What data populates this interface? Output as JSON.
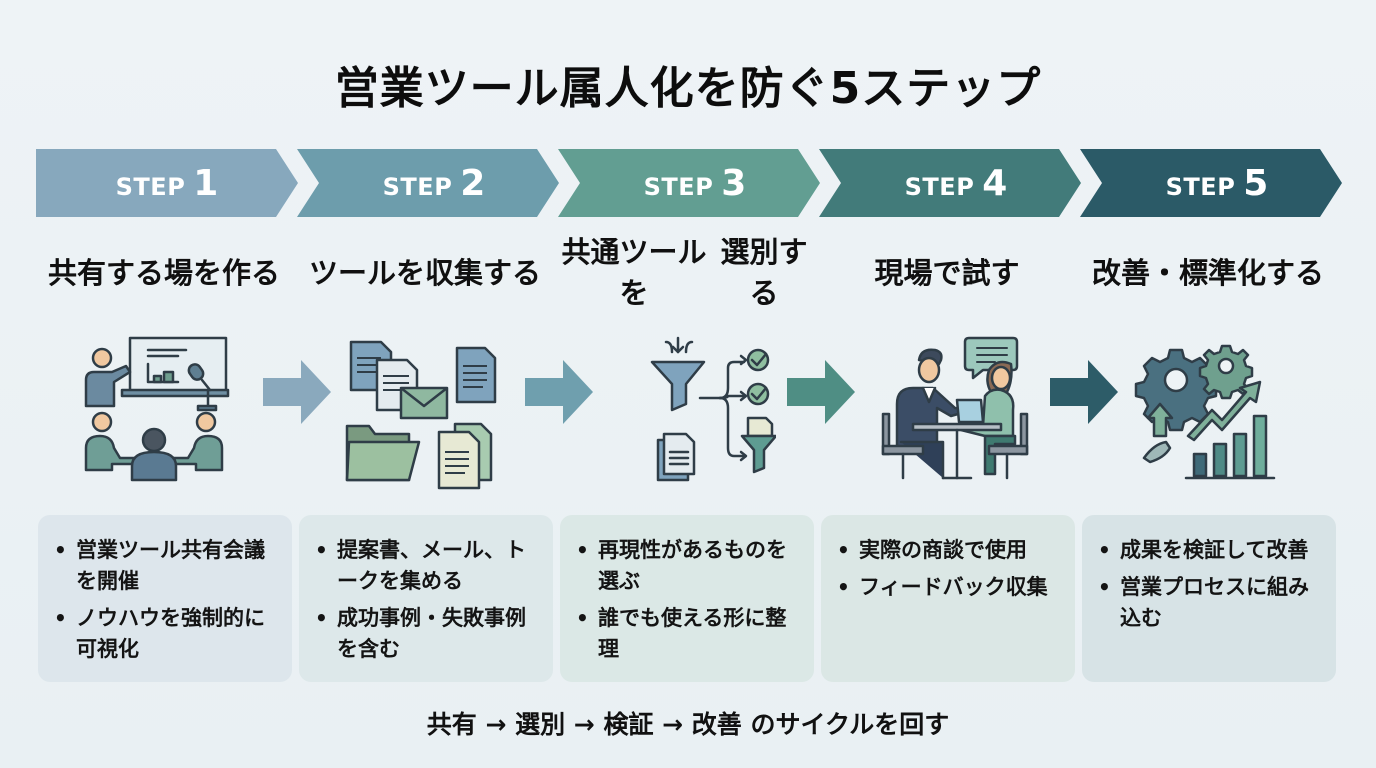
{
  "title": "営業ツール属人化を防ぐ5ステップ",
  "colors": {
    "step1": "#87a8bd",
    "step2": "#6d9dac",
    "step3": "#629e92",
    "step4": "#427b7a",
    "step5": "#2b5a67",
    "card1": "#dde6ec",
    "card2": "#dde8ea",
    "card3": "#dbe8e6",
    "card4": "#dbe7e5",
    "card5": "#d7e3e6"
  },
  "steps": [
    {
      "label": "STEP",
      "number": "1",
      "heading": "共有する場\nを作る",
      "icon": "meeting-presentation-icon",
      "bullets": [
        "営業ツール共有会議を開催",
        "ノウハウを強制的に可視化"
      ]
    },
    {
      "label": "STEP",
      "number": "2",
      "heading": "ツールを\n収集する",
      "icon": "documents-collection-icon",
      "bullets": [
        "提案書、メール、トークを集める",
        "成功事例・失敗事例を含む"
      ]
    },
    {
      "label": "STEP",
      "number": "3",
      "heading": "共通ツールを\n選別する",
      "icon": "funnel-filter-icon",
      "bullets": [
        "再現性があるものを選ぶ",
        "誰でも使える形に整理"
      ]
    },
    {
      "label": "STEP",
      "number": "4",
      "heading": "現場で試す",
      "icon": "sales-meeting-icon",
      "bullets": [
        "実際の商談で使用",
        "フィードバック収集"
      ]
    },
    {
      "label": "STEP",
      "number": "5",
      "heading": "改善・標準化\nする",
      "icon": "gears-growth-chart-icon",
      "bullets": [
        "成果を検証して改善",
        "営業プロセスに組み込む"
      ]
    }
  ],
  "footer": "共有 → 選別 → 検証 → 改善 のサイクルを回す"
}
